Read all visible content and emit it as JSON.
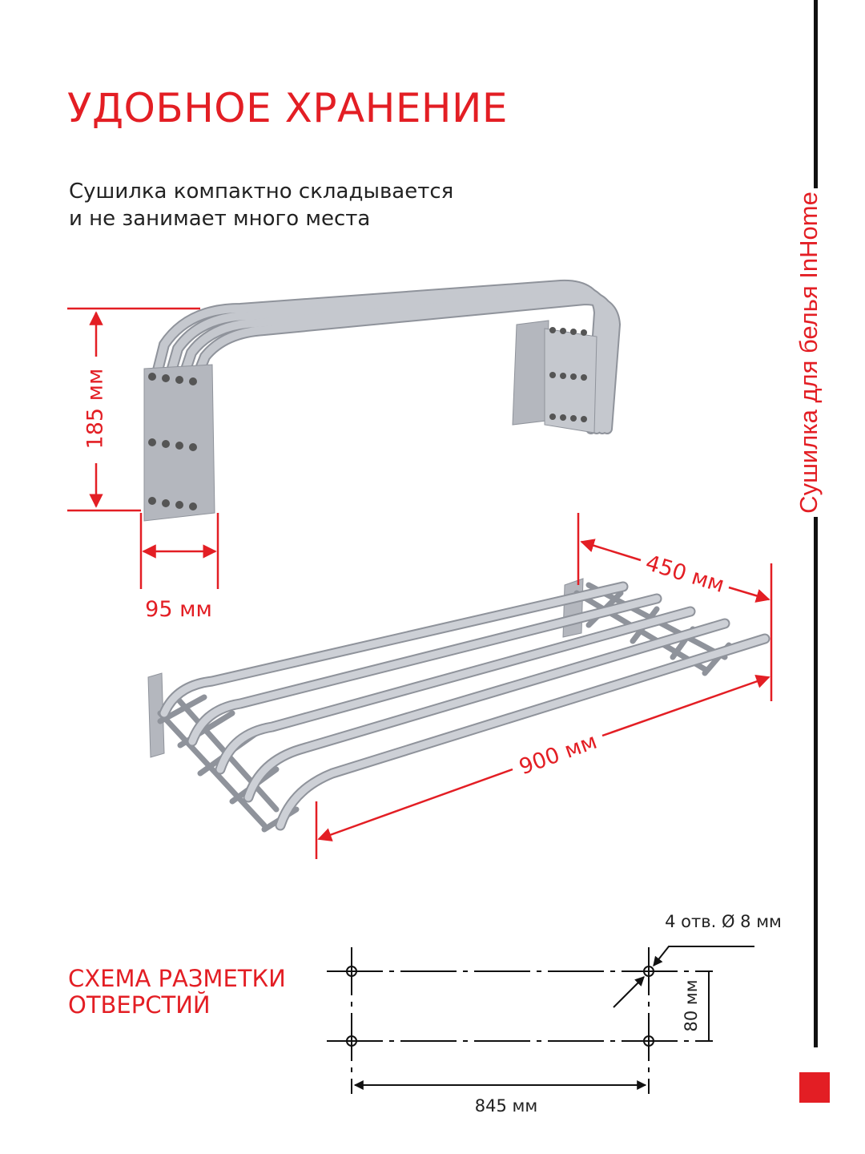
{
  "header": {
    "title": "УДОБНОЕ ХРАНЕНИЕ",
    "subtitle_line1": "Сушилка компактно складывается",
    "subtitle_line2": "и не занимает много места"
  },
  "sidebar": {
    "brand_text": "Сушилка для белья InHome"
  },
  "dimensions": {
    "folded_height": "185 мм",
    "folded_depth": "95 мм",
    "extended_depth": "450 мм",
    "length": "900 мм"
  },
  "scheme": {
    "title_line1": "СХЕМА РАЗМЕТКИ",
    "title_line2": "ОТВЕРСТИЙ",
    "holes_label": "4 отв. Ø 8 мм",
    "vertical_spacing": "80 мм",
    "horizontal_spacing": "845 мм"
  },
  "colors": {
    "accent": "#e31e24",
    "metal": "#b9bcc3",
    "ink": "#111111"
  }
}
